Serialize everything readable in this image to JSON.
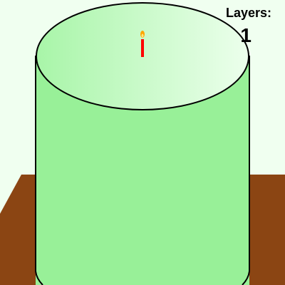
{
  "hud": {
    "layers_label": "Layers:",
    "layers_count": "1"
  },
  "scene": {
    "background_color": "#f0fff0",
    "table_color": "#8b4513",
    "cake_color": "#98f098",
    "cake_top_color": "#dcffdc",
    "outline_color": "#000000",
    "candle_color": "#ff0000",
    "flame_color": "#ffa500",
    "icons": [
      "wooden-table",
      "cake-layer",
      "candle",
      "candle-flame"
    ]
  }
}
